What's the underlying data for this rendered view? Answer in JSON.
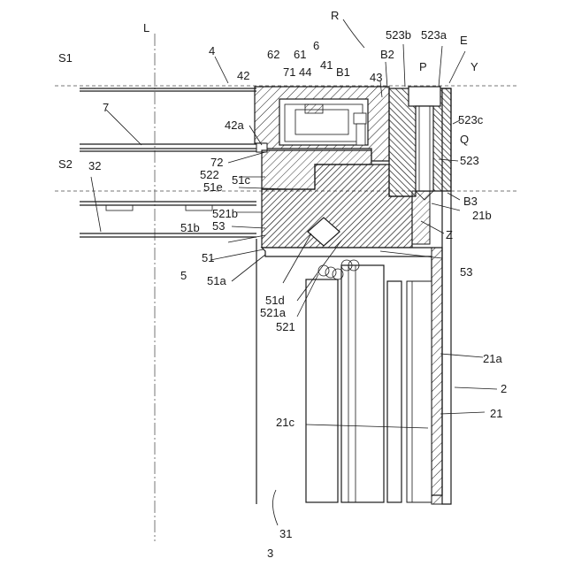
{
  "figure": {
    "labels": {
      "R": "R",
      "L": "L",
      "S1": "S1",
      "S2": "S2",
      "4": "4",
      "42": "42",
      "62": "62",
      "71": "71",
      "44": "44",
      "61": "61",
      "6": "6",
      "41": "41",
      "B1": "B1",
      "43": "43",
      "B2": "B2",
      "P": "P",
      "523b": "523b",
      "523a": "523a",
      "E": "E",
      "Y": "Y",
      "523c": "523c",
      "Q": "Q",
      "523": "523",
      "B3": "B3",
      "21b": "21b",
      "Z": "Z",
      "7": "7",
      "42a": "42a",
      "72": "72",
      "522": "522",
      "51e": "51e",
      "51c": "51c",
      "32": "32",
      "521b": "521b",
      "53a": "53",
      "51b": "51b",
      "51": "51",
      "5": "5",
      "51a": "51a",
      "53b": "53",
      "51d": "51d",
      "521a": "521a",
      "521": "521",
      "21a": "21a",
      "2": "2",
      "21": "21",
      "21c": "21c",
      "31": "31",
      "3": "3"
    }
  }
}
